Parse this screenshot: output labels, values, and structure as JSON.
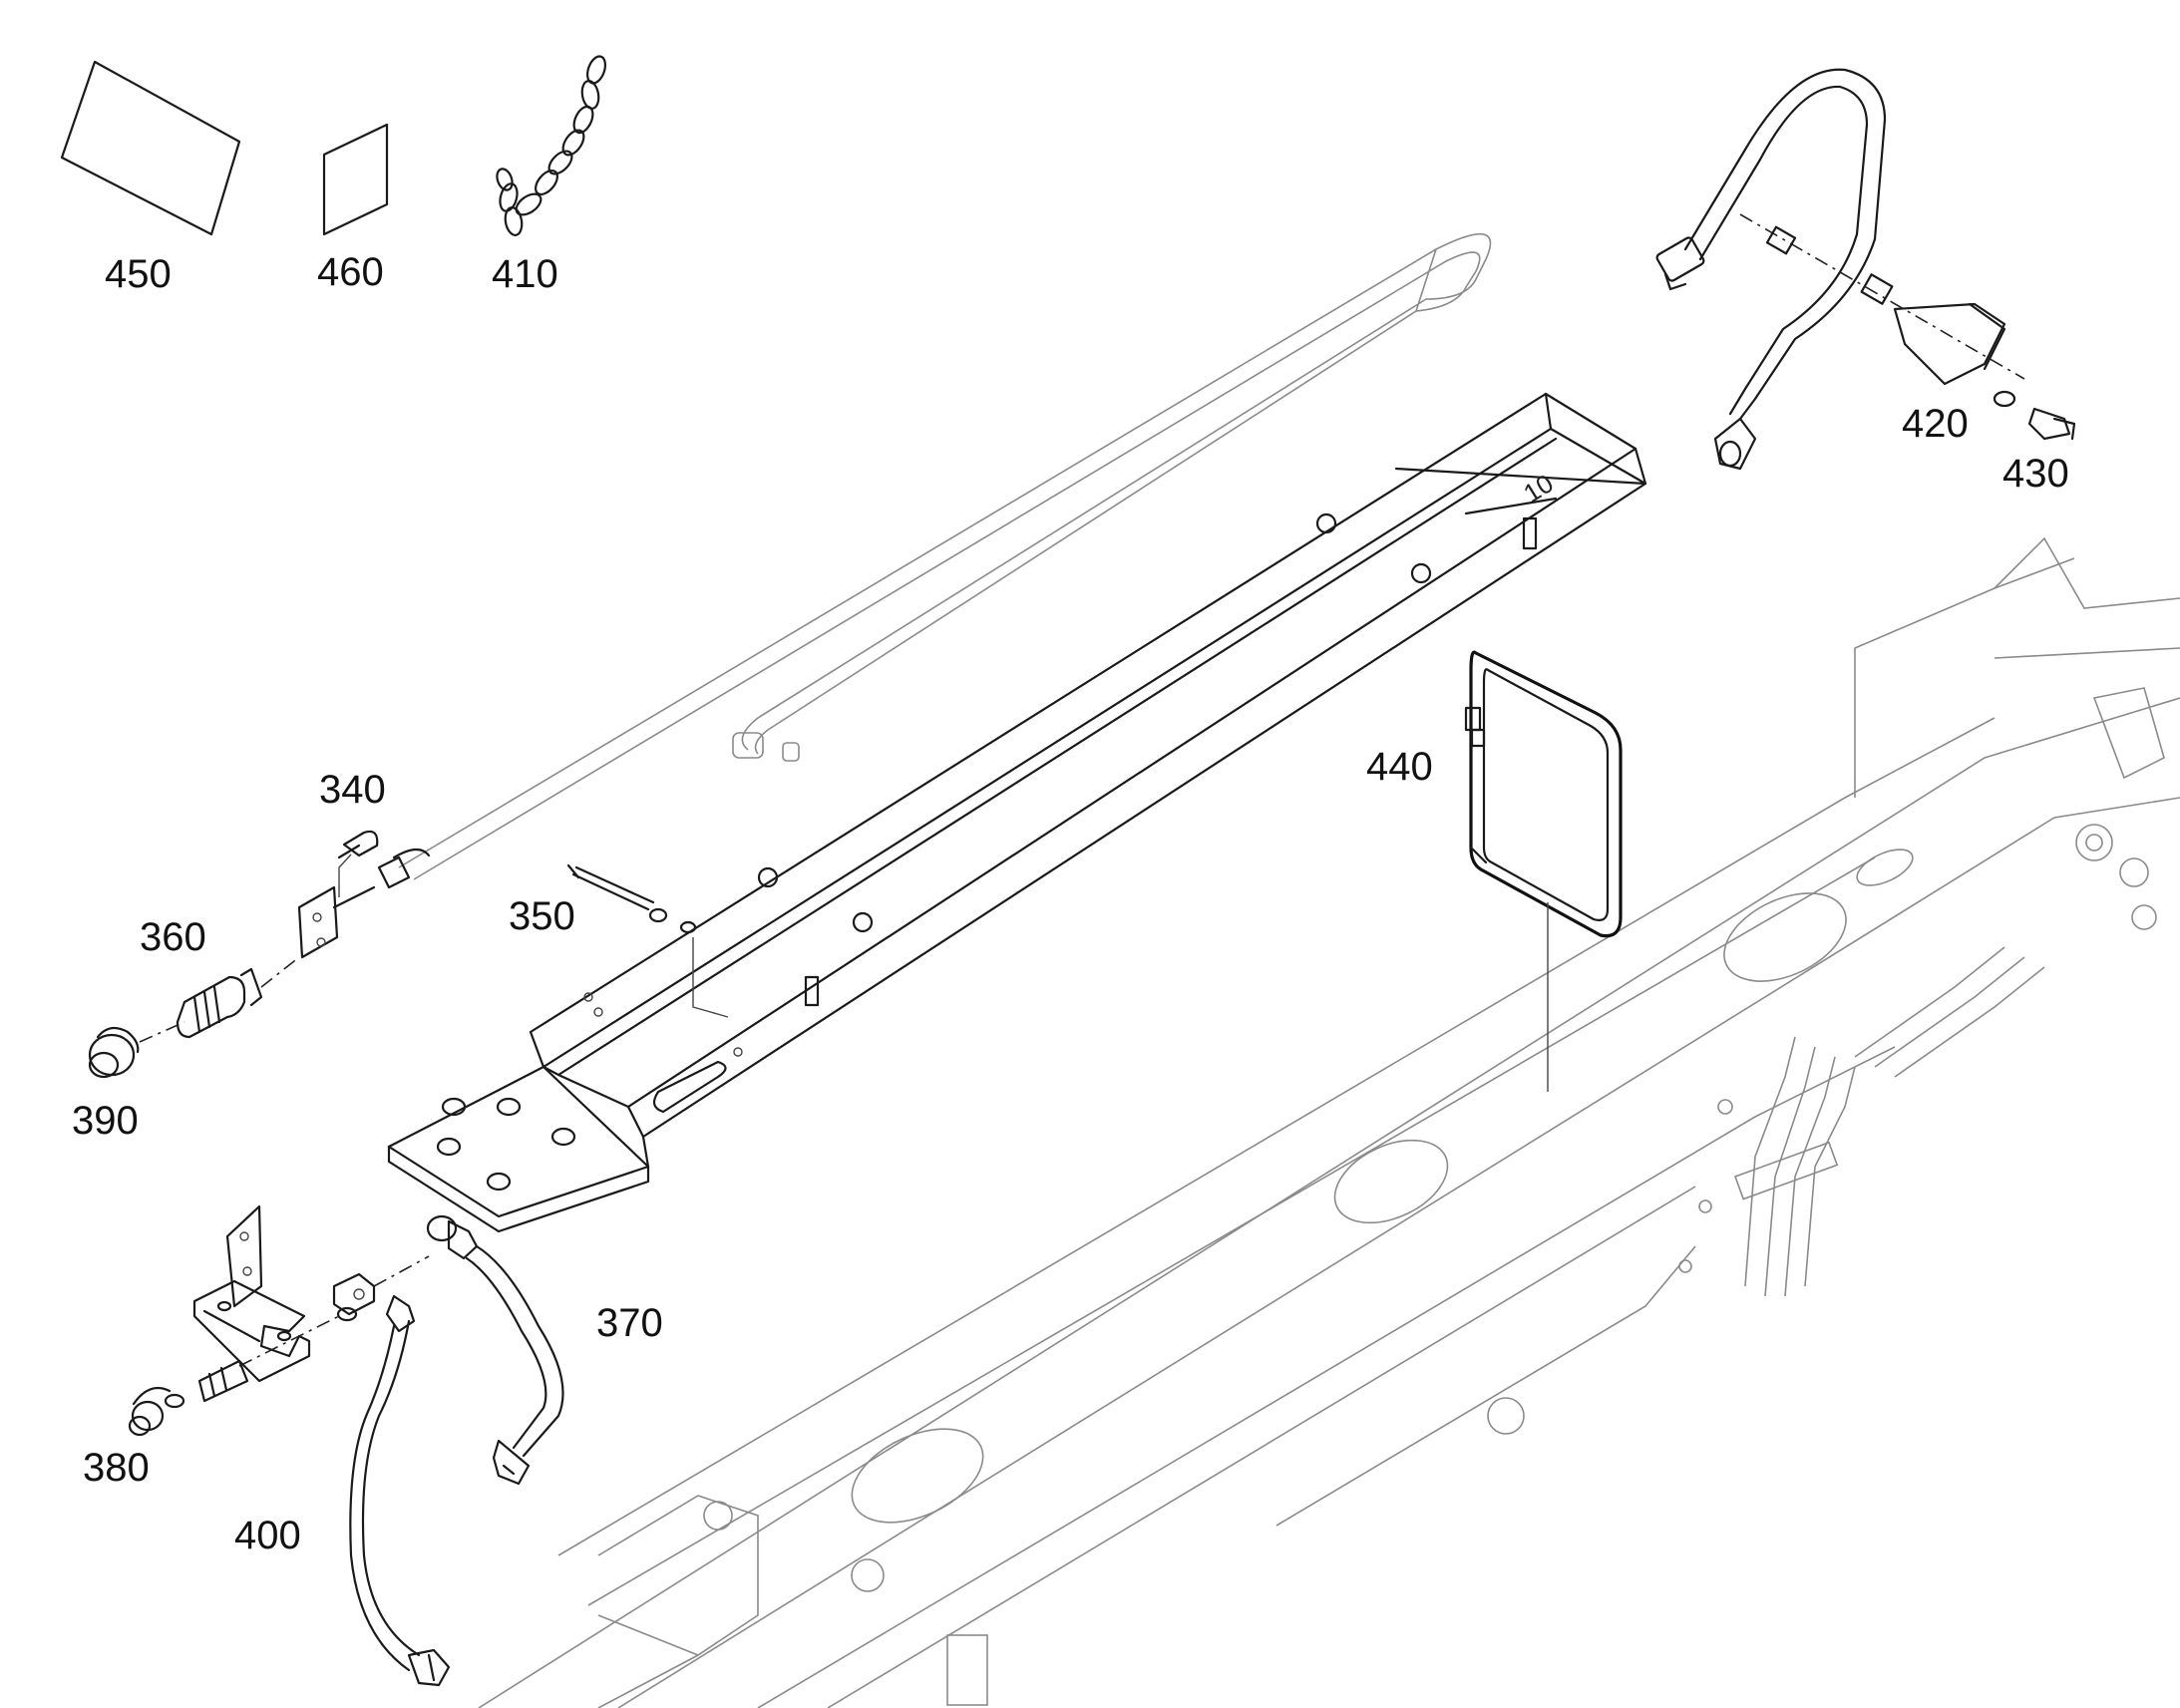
{
  "callouts": {
    "c450": "450",
    "c460": "460",
    "c410": "410",
    "c420": "420",
    "c430": "430",
    "c440": "440",
    "c340": "340",
    "c360": "360",
    "c350": "350",
    "c390": "390",
    "c370": "370",
    "c380": "380",
    "c400": "400"
  },
  "colors": {
    "line": "#1a1a1a",
    "background": "#ffffff"
  }
}
